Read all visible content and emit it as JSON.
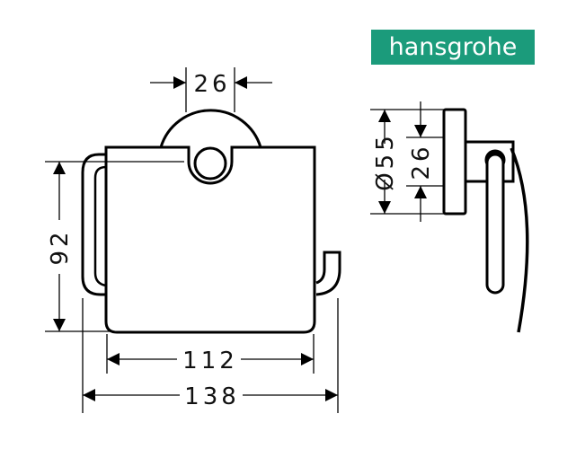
{
  "logo": {
    "text": "hansgrohe",
    "color": "#1b9b7b"
  },
  "front_view": {
    "dimensions": {
      "rosette_diameter": "26",
      "height": "92",
      "cover_width": "112",
      "overall_width": "138"
    }
  },
  "side_view": {
    "dimensions": {
      "plate_diameter": "Ø55",
      "rosette_diameter": "26"
    }
  }
}
